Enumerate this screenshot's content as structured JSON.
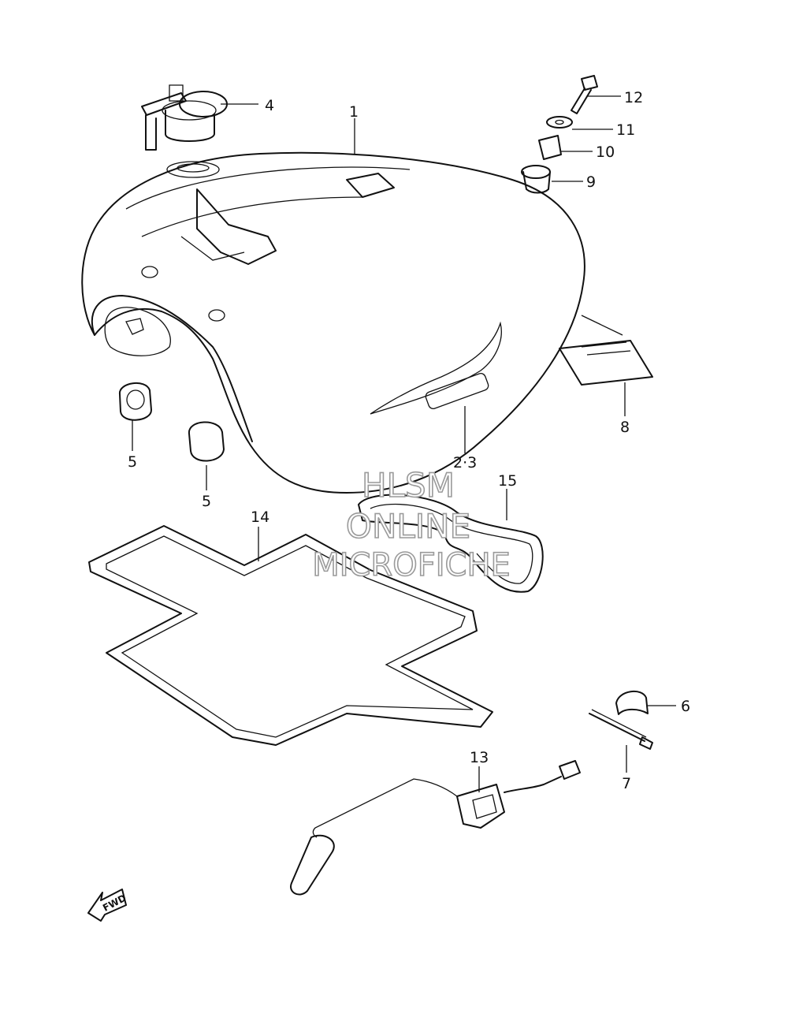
{
  "diagram": {
    "callouts": [
      {
        "id": "1",
        "label": "1"
      },
      {
        "id": "2-3",
        "label": "2·3"
      },
      {
        "id": "4",
        "label": "4"
      },
      {
        "id": "5a",
        "label": "5"
      },
      {
        "id": "5b",
        "label": "5"
      },
      {
        "id": "6",
        "label": "6"
      },
      {
        "id": "7",
        "label": "7"
      },
      {
        "id": "8",
        "label": "8"
      },
      {
        "id": "9",
        "label": "9"
      },
      {
        "id": "10",
        "label": "10"
      },
      {
        "id": "11",
        "label": "11"
      },
      {
        "id": "12",
        "label": "12"
      },
      {
        "id": "13",
        "label": "13"
      },
      {
        "id": "14",
        "label": "14"
      },
      {
        "id": "15",
        "label": "15"
      }
    ],
    "fwd_label": "FWD",
    "watermark": [
      "HLSM",
      "ONLINE",
      "MICROFICHE"
    ],
    "colors": {
      "line": "#111111",
      "watermark": "#9a9a9a",
      "background": "#ffffff"
    }
  }
}
